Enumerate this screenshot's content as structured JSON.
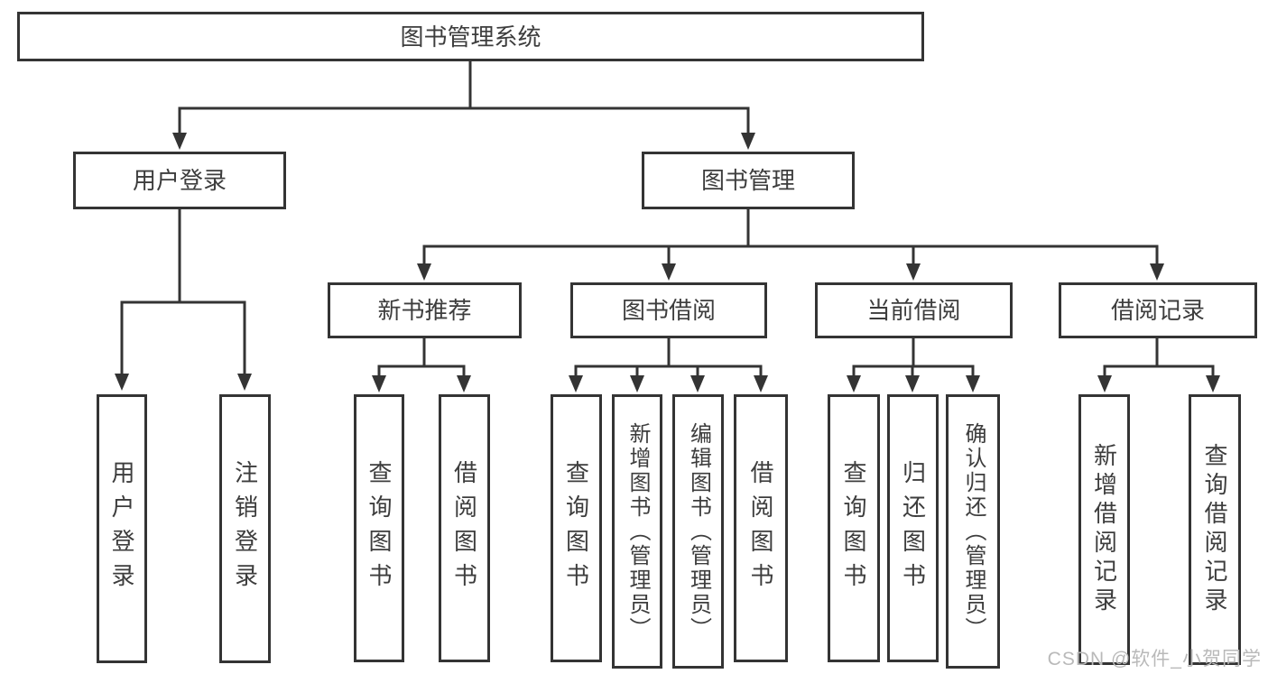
{
  "watermark": "CSDN @软件_小贺同学",
  "colors": {
    "line": "#343434",
    "text": "#3d3d3d",
    "watermark": "#b9b9b9",
    "background": "#ffffff"
  },
  "tree": {
    "label": "图书管理系统",
    "children": [
      {
        "label": "用户登录",
        "children": [
          {
            "label": "用户登录"
          },
          {
            "label": "注销登录"
          }
        ]
      },
      {
        "label": "图书管理",
        "children": [
          {
            "label": "新书推荐",
            "children": [
              {
                "label": "查询图书"
              },
              {
                "label": "借阅图书"
              }
            ]
          },
          {
            "label": "图书借阅",
            "children": [
              {
                "label": "查询图书"
              },
              {
                "label": "新增图书（管理员）"
              },
              {
                "label": "编辑图书（管理员）"
              },
              {
                "label": "借阅图书"
              }
            ]
          },
          {
            "label": "当前借阅",
            "children": [
              {
                "label": "查询图书"
              },
              {
                "label": "归还图书"
              },
              {
                "label": "确认归还（管理员）"
              }
            ]
          },
          {
            "label": "借阅记录",
            "children": [
              {
                "label": "新增借阅记录"
              },
              {
                "label": "查询借阅记录"
              }
            ]
          }
        ]
      }
    ]
  }
}
